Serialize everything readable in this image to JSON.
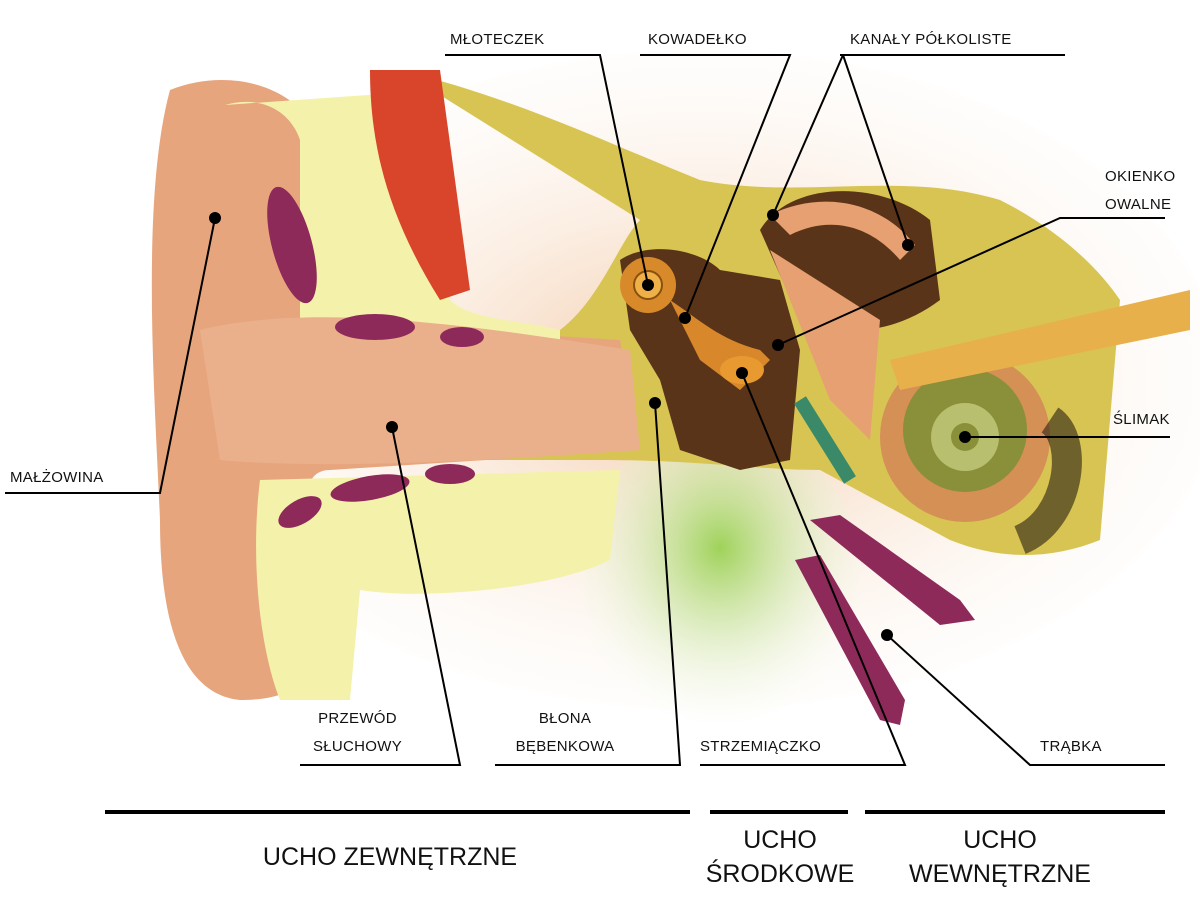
{
  "title": "Budowa ucha",
  "labels": {
    "mloteczek": "MŁOTECZEK",
    "kowadelko": "KOWADEŁKO",
    "kanaly": "KANAŁY PÓŁKOLISTE",
    "okienko_1": "OKIENKO",
    "okienko_2": "OWALNE",
    "slimak": "ŚLIMAK",
    "malzowina": "MAŁŻOWINA",
    "przewod_1": "PRZEWÓD",
    "przewod_2": "SŁUCHOWY",
    "blona_1": "BŁONA",
    "blona_2": "BĘBENKOWA",
    "strzemiaczko": "STRZEMIĄCZKO",
    "trabka": "TRĄBKA"
  },
  "sections": {
    "outer": "UCHO ZEWNĘTRZNE",
    "middle_1": "UCHO",
    "middle_2": "ŚRODKOWE",
    "inner_1": "UCHO",
    "inner_2": "WEWNĘTRZNE"
  },
  "colors": {
    "skin": "#e9b48a",
    "cartilage": "#f4f2a8",
    "bone": "#d9c45a",
    "cavity": "#5a3418",
    "vessel": "#8e2a5a",
    "cochlea": "#8a8f3a"
  }
}
